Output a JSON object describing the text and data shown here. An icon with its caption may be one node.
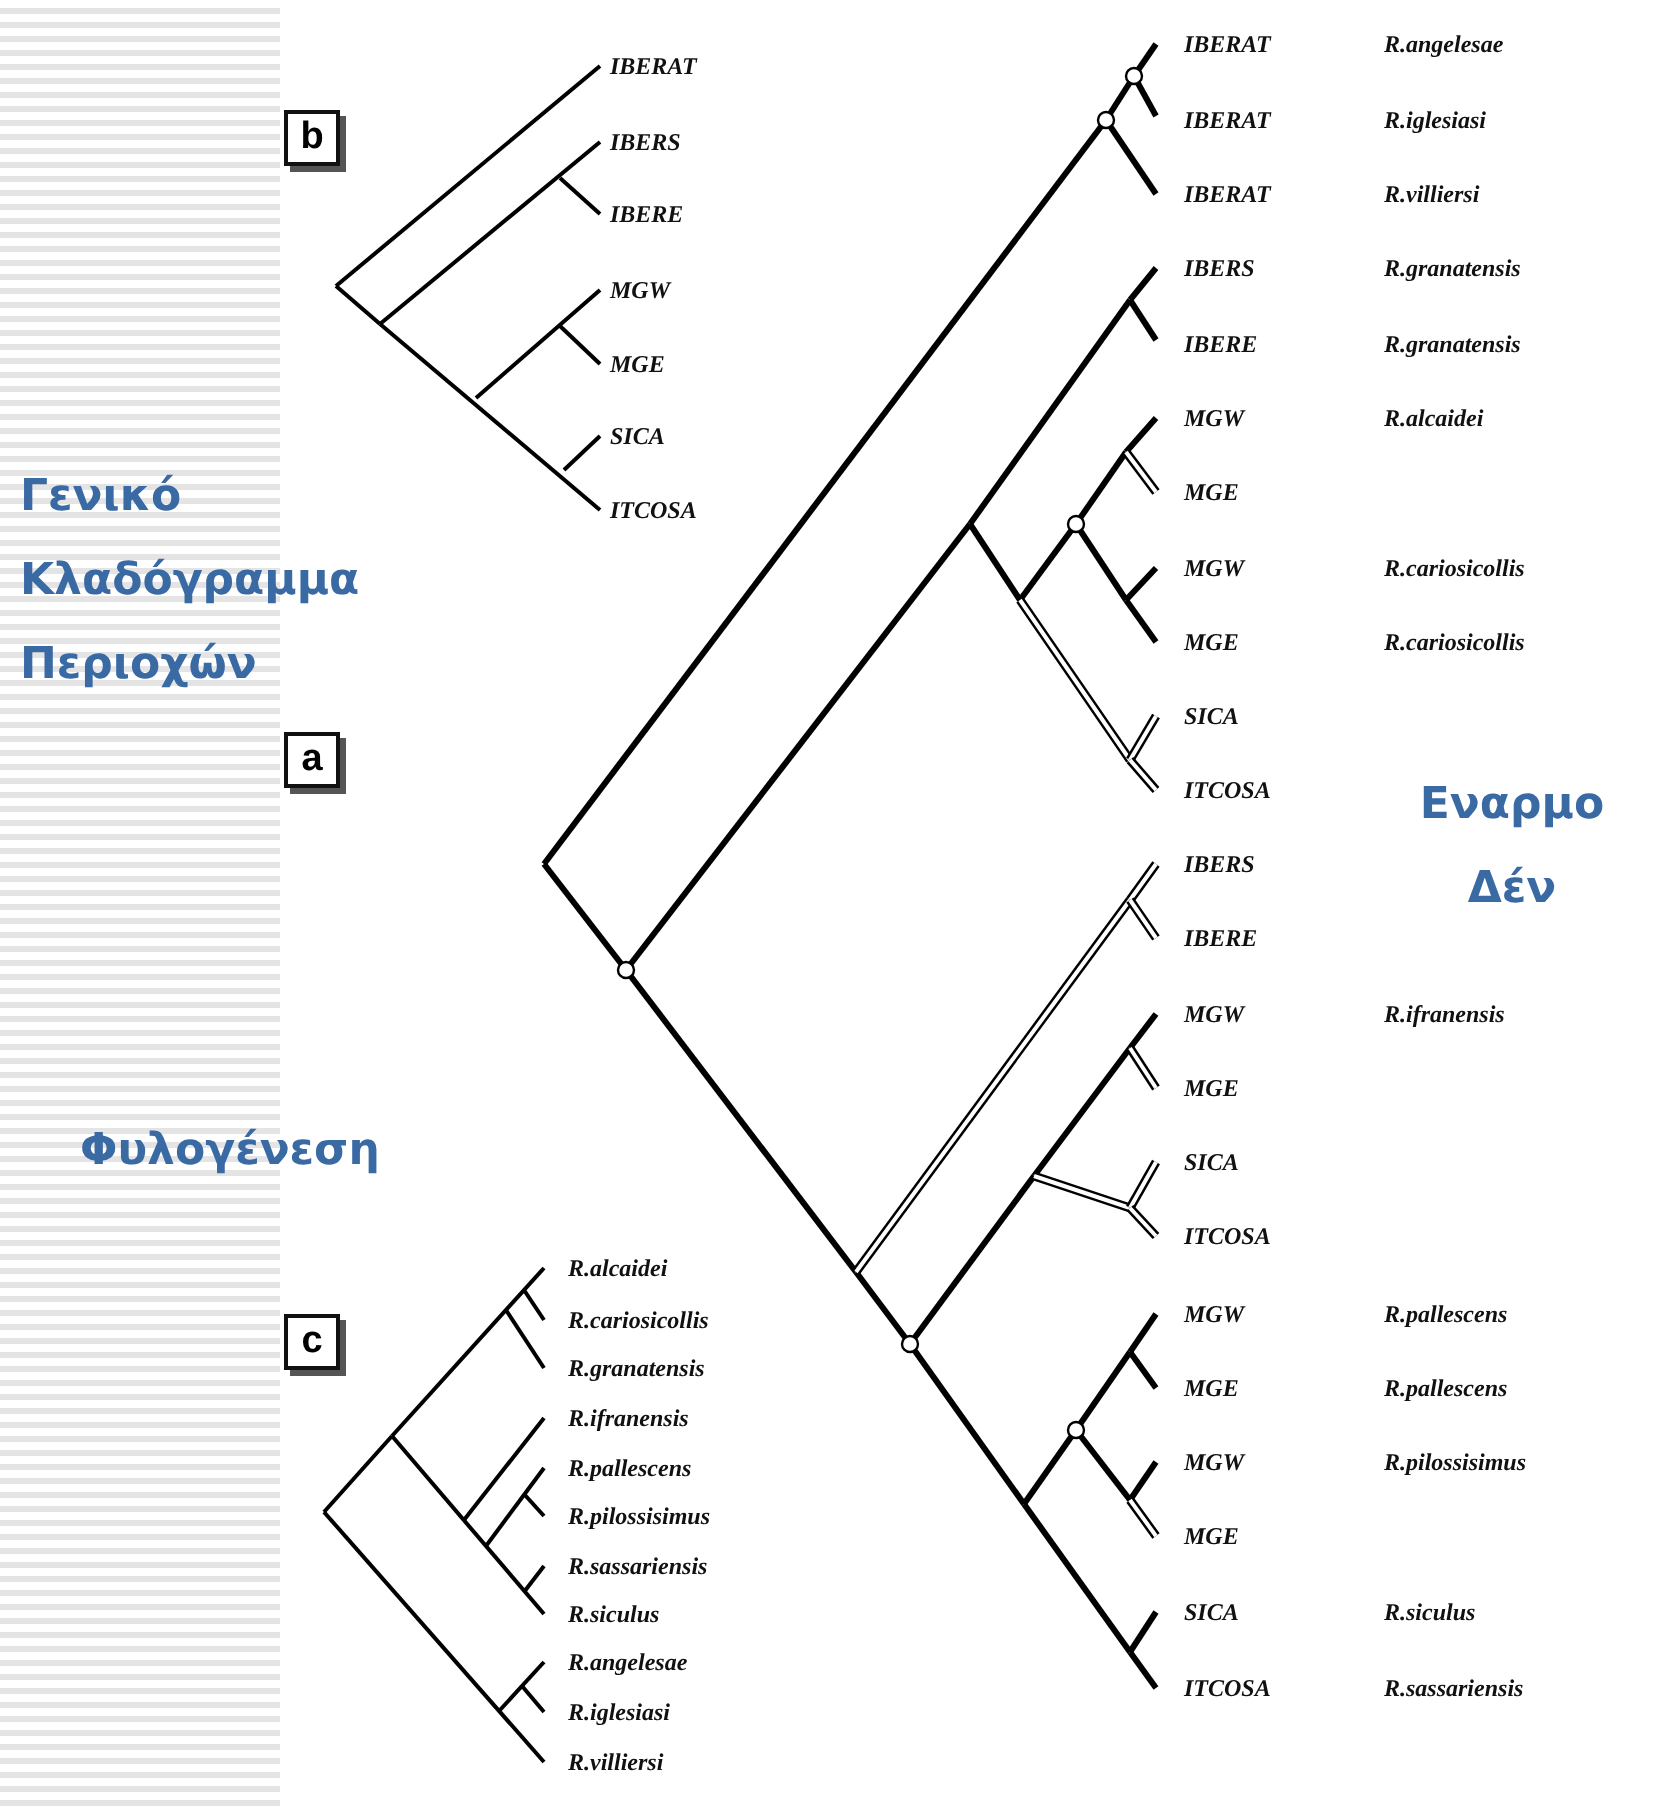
{
  "diagram": {
    "nodes": [
      {
        "text": [
          "b"
        ]
      },
      {
        "text": [
          "a"
        ]
      },
      {
        "text": [
          "c"
        ]
      }
    ],
    "edges": [],
    "labels": [
      "IBERAT",
      "IBERS",
      "IBERE",
      "MGW",
      "MGE",
      "SICA",
      "ITCOSA",
      "Γενικό Κλαδόγραμμα Περιοχών",
      "IBERAT",
      "R.angelesae",
      "IBERAT",
      "R.iglesiasi",
      "IBERAT",
      "R.villiersi",
      "IBERS",
      "R.granatensis",
      "IBERE",
      "R.granatensis",
      "MGW",
      "R.alcaidei",
      "MGE",
      "MGW",
      "R.cariosicollis",
      "MGE",
      "R.cariosicollis",
      "SICA",
      "ITCOSA",
      "IBERS",
      "IBERE",
      "MGW",
      "R.ifranensis",
      "MGE",
      "SICA",
      "ITCOSA",
      "MGW",
      "R.pallescens",
      "MGE",
      "R.pallescens",
      "MGW",
      "R.pilossisimus",
      "MGE",
      "SICA",
      "R.siculus",
      "ITCOSA",
      "R.sassariensis",
      "Εναρμο Δέν",
      "Φυλογένεση",
      "R.alcaidei",
      "R.cariosicollis",
      "R.granatensis",
      "R.ifranensis",
      "R.pallescens",
      "R.pilossisimus",
      "R.sassariensis",
      "R.siculus",
      "R.angelesae",
      "R.iglesiasi",
      "R.villiersi"
    ]
  }
}
